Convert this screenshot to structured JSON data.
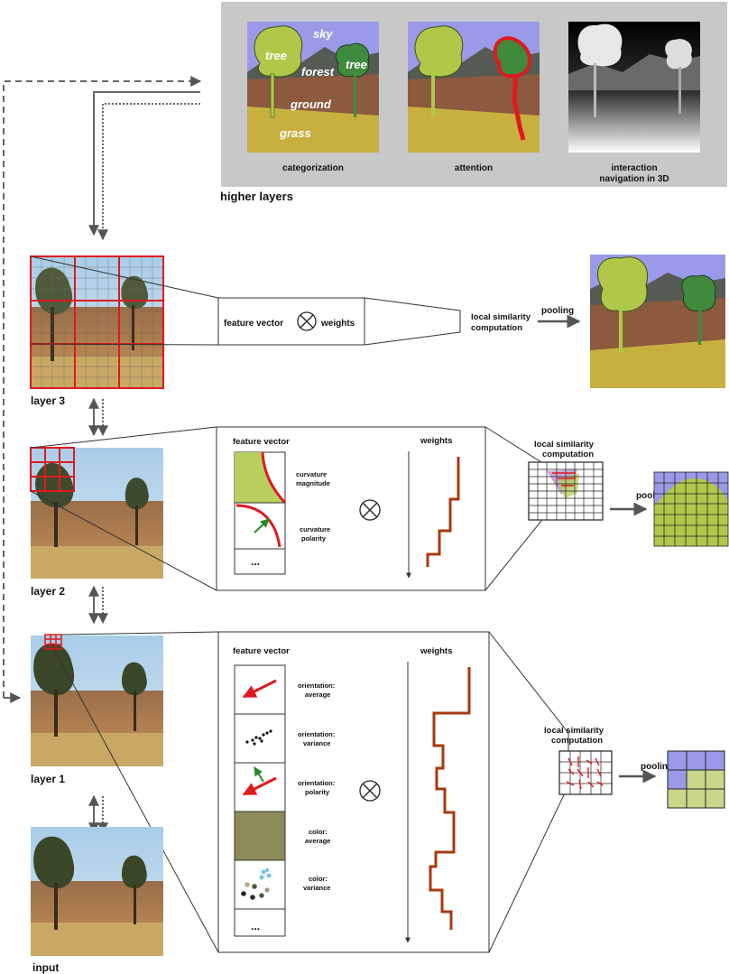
{
  "higher_layers": {
    "title": "higher layers",
    "panels": [
      {
        "caption": "categorization"
      },
      {
        "caption": "attention"
      },
      {
        "caption_line1": "interaction",
        "caption_line2": "navigation in 3D"
      }
    ],
    "region_labels": {
      "sky": "sky",
      "tree_left": "tree",
      "forest": "forest",
      "tree_right": "tree",
      "ground": "ground",
      "grass": "grass"
    }
  },
  "layer3": {
    "label": "layer 3",
    "feature_vector": "feature vector",
    "weights": "weights",
    "similarity": "local similarity computation",
    "pooling": "pooling"
  },
  "layer2": {
    "label": "layer 2",
    "feature_vector": "feature vector",
    "weights": "weights",
    "curvature_magnitude_1": "curvature",
    "curvature_magnitude_2": "magnitude",
    "curvature_polarity_1": "curvature",
    "curvature_polarity_2": "polarity",
    "ellipsis": "...",
    "similarity_1": "local similarity",
    "similarity_2": "computation",
    "pooling": "pooling"
  },
  "layer1": {
    "label": "layer 1",
    "feature_vector": "feature vector",
    "weights": "weights",
    "features": [
      {
        "line1": "orientation:",
        "line2": "average"
      },
      {
        "line1": "orientation:",
        "line2": "variance"
      },
      {
        "line1": "orientation:",
        "line2": "polarity"
      },
      {
        "line1": "color:",
        "line2": "average"
      },
      {
        "line1": "color:",
        "line2": "variance"
      }
    ],
    "ellipsis": "...",
    "similarity_1": "local similarity",
    "similarity_2": "computation",
    "pooling": "pooling"
  },
  "input": {
    "label": "input"
  },
  "colors": {
    "red": "#e0191e",
    "weights": "#a8380f",
    "sky": "#9a9ae8",
    "tree": "#b0c84a",
    "dark_tree": "#3f8a3c",
    "ground": "#8c5a3e",
    "grass": "#c8b040",
    "panel_gray": "#c8c8c8",
    "color_average": "#8c8c5a"
  },
  "icons": [
    "otimes-icon",
    "arrow-icon",
    "grid-icon"
  ]
}
